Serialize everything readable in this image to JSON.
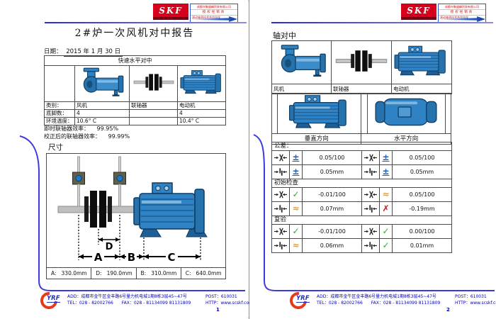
{
  "colors": {
    "skf_red": "#d6001c",
    "header_line_blue": "#2b2bd0",
    "decor_curve_blue": "#3a3ae0",
    "footer_blue": "#0000bb",
    "machine_blue": "#2f83c4",
    "status_pm_blue": "#1266c8",
    "status_check_green": "#2faa2f",
    "status_approx_orange": "#f29a1f",
    "status_cross_red": "#d41111"
  },
  "brand": {
    "skf": "SKF",
    "dealer_line1": "成都市聚盛峰贸易有限公司",
    "dealer_line2": "授权经销商",
    "dealer_line3": "滚动轴承技术合作伙伴"
  },
  "footer": {
    "logo": "YRF",
    "add_label": "ADD：",
    "address": "成都市金牛区金丰路6号量力机电城1期8栋3层45~47号",
    "post_label": "POST：",
    "post": "610031",
    "tel_label": "TEL：",
    "tel": "028  - 82002766",
    "fax_label": "FAX：",
    "fax": "028  - 81134099 81131809",
    "http_label": "HTTP：",
    "http": "www.scskf.com"
  },
  "page1": {
    "title": "2#炉一次风机对中报告",
    "date_label": "日期：",
    "date_value": "2015 年 1 月 30 日",
    "table": {
      "header": "快速水平对中",
      "row_labels": [
        "类别：",
        "底脚数：",
        "环境温度："
      ],
      "machines": [
        "风机",
        "联轴器",
        "电动机"
      ],
      "feet": [
        "4",
        "",
        "4"
      ],
      "temps": [
        "10.6° C",
        "",
        "10.4° C"
      ]
    },
    "efficiency1_label": "即时联轴器效率：",
    "efficiency1_value": "99.95%",
    "efficiency2_label": "校正后的联轴器效率：",
    "efficiency2_value": "99.99%",
    "dims_heading": "尺寸",
    "dim_letters": {
      "A": "A",
      "B": "B",
      "C": "C",
      "D": "D"
    },
    "measurements": [
      {
        "label": "A:",
        "value": "330.0mm"
      },
      {
        "label": "D:",
        "value": "190.0mm"
      },
      {
        "label": "B:",
        "value": "310.0mm"
      },
      {
        "label": "C:",
        "value": "640.0mm"
      }
    ],
    "page_number": "1"
  },
  "page2": {
    "heading": "轴对中",
    "machine_labels": [
      "风机",
      "联轴器",
      "电动机"
    ],
    "direction_labels": [
      "垂直方向",
      "水平方向"
    ],
    "sections": [
      {
        "label": "公差：",
        "rows": [
          {
            "left": {
              "type": "angular",
              "status": "pm",
              "value": "0.05/100"
            },
            "right": {
              "type": "angular",
              "status": "pm",
              "value": "0.05/100"
            }
          },
          {
            "left": {
              "type": "offset",
              "status": "pm",
              "value": "0.05mm"
            },
            "right": {
              "type": "offset",
              "status": "pm",
              "value": "0.05mm"
            }
          }
        ]
      },
      {
        "label": "初始检查",
        "rows": [
          {
            "left": {
              "type": "angular",
              "status": "check",
              "value": "-0.01/100"
            },
            "right": {
              "type": "angular",
              "status": "approx",
              "value": "0.05/100"
            }
          },
          {
            "left": {
              "type": "offset",
              "status": "approx",
              "value": "0.07mm"
            },
            "right": {
              "type": "offset",
              "status": "cross",
              "value": "-0.19mm"
            }
          }
        ]
      },
      {
        "label": "复验",
        "rows": [
          {
            "left": {
              "type": "angular",
              "status": "check",
              "value": "-0.01/100"
            },
            "right": {
              "type": "angular",
              "status": "check",
              "value": "0.00/100"
            }
          },
          {
            "left": {
              "type": "offset",
              "status": "approx",
              "value": "0.06mm"
            },
            "right": {
              "type": "offset",
              "status": "check",
              "value": "0.01mm"
            }
          }
        ]
      }
    ],
    "page_number": "2"
  }
}
